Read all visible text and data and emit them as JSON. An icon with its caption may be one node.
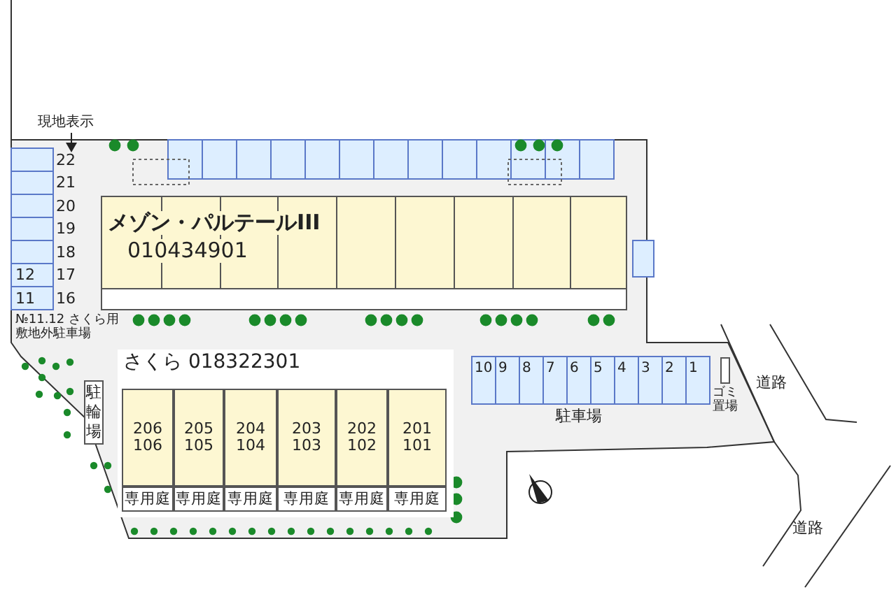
{
  "diagram": {
    "nodes": [
      {
        "text": [
          "現地表示"
        ]
      },
      {
        "text": [
          "22"
        ]
      },
      {
        "text": [
          "メゾン・パルテールIII",
          "010434901"
        ]
      },
      {
        "text": [
          "さくら 018322301"
        ]
      },
      {
        "text": [
          "206 106"
        ],
        "in": 3
      },
      {
        "text": [
          "205 105"
        ],
        "in": 3
      },
      {
        "text": [
          "204 104"
        ],
        "in": 3
      },
      {
        "text": [
          "203 103"
        ],
        "in": 3
      },
      {
        "text": [
          "202 102"
        ],
        "in": 3
      },
      {
        "text": [
          "201 101"
        ],
        "in": 3
      },
      {
        "text": [
          "駐輪場"
        ]
      },
      {
        "text": [
          "専用庭"
        ],
        "in": 3
      },
      {
        "text": [
          "専用庭"
        ],
        "in": 3
      },
      {
        "text": [
          "専用庭"
        ],
        "in": 3
      },
      {
        "text": [
          "専用庭"
        ],
        "in": 3
      },
      {
        "text": [
          "専用庭"
        ],
        "in": 3
      },
      {
        "text": [
          "専用庭"
        ],
        "in": 3
      }
    ],
    "edges": [
      {
        "from": 0,
        "to": 1,
        "arrow": "to"
      }
    ],
    "labels": [
      "21",
      "20",
      "19",
      "18",
      "17",
      "16",
      "12",
      "11",
      "№11.12 さくら用敷地外駐車場",
      "10",
      "9",
      "8",
      "7",
      "6",
      "5",
      "4",
      "3",
      "2",
      "1",
      "駐車場",
      "ゴミ置場",
      "道路",
      "道路"
    ]
  }
}
